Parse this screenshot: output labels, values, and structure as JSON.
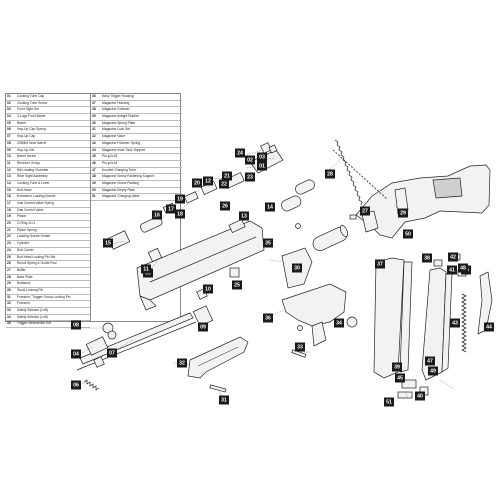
{
  "legend_left": [
    {
      "num": "01",
      "label": "Cocking Tube Cap"
    },
    {
      "num": "02",
      "label": "Cocking Tube Screw"
    },
    {
      "num": "03",
      "label": "Front Sight Set"
    },
    {
      "num": "04",
      "label": "3-Lugs Front Barrel"
    },
    {
      "num": "05",
      "label": "Barrel"
    },
    {
      "num": "06",
      "label": "Hop-Up Cap Spring"
    },
    {
      "num": "07",
      "label": "Hop-Up Cap"
    },
    {
      "num": "08",
      "label": "209MM Inner Barrel"
    },
    {
      "num": "09",
      "label": "Hop-Up Set"
    },
    {
      "num": "10",
      "label": "Barrel Screw"
    },
    {
      "num": "11",
      "label": "Receiver Group"
    },
    {
      "num": "12",
      "label": "Bill Loading Chamber"
    },
    {
      "num": "13",
      "label": "Rear Sight Assembly"
    },
    {
      "num": "14",
      "label": "Cocking Tube & Lever"
    },
    {
      "num": "15",
      "label": "Bolt Head"
    },
    {
      "num": "16",
      "label": "Enhanced Loading Nozzle"
    },
    {
      "num": "17",
      "label": "Gas Control Valve Spring"
    },
    {
      "num": "18",
      "label": "Gas Control Valve"
    },
    {
      "num": "19",
      "label": "Piston"
    },
    {
      "num": "20",
      "label": "O-Ring 11×1"
    },
    {
      "num": "21",
      "label": "Piston Spring"
    },
    {
      "num": "22",
      "label": "Loading Nozzle Holder"
    },
    {
      "num": "23",
      "label": "Cylinder"
    },
    {
      "num": "24",
      "label": "Bolt Carrier"
    },
    {
      "num": "25",
      "label": "Bolt Head Locking Pin Set"
    },
    {
      "num": "26",
      "label": "Recoil Spring & Guide Rod"
    },
    {
      "num": "27",
      "label": "Buffer"
    },
    {
      "num": "28",
      "label": "Back Plate"
    },
    {
      "num": "29",
      "label": "Buttstock"
    },
    {
      "num": "30",
      "label": "Stock Locking Pin"
    },
    {
      "num": "31",
      "label": "Forearm / Trigger Group Locking Pin"
    },
    {
      "num": "32",
      "label": "Forearm"
    },
    {
      "num": "33",
      "label": "Safety Selector (Left)"
    },
    {
      "num": "34",
      "label": "Safety Selector (Left)"
    },
    {
      "num": "35",
      "label": "Trigger Mechanism Set"
    }
  ],
  "legend_right": [
    {
      "num": "36",
      "label": "Navy Trigger Housing"
    },
    {
      "num": "37",
      "label": "Magazine Housing"
    },
    {
      "num": "38",
      "label": "Magazine Follower"
    },
    {
      "num": "39",
      "label": "Magazine Airtight Rubber"
    },
    {
      "num": "40",
      "label": "Magazine Spring Plate"
    },
    {
      "num": "41",
      "label": "Magazine Lock Set"
    },
    {
      "num": "42",
      "label": "Magazine Valve"
    },
    {
      "num": "43",
      "label": "Magazine Follower Spring"
    },
    {
      "num": "44",
      "label": "Magazine Inner Tank Support"
    },
    {
      "num": "45",
      "label": "Pin φ2×18"
    },
    {
      "num": "46",
      "label": "Pin φ2×24"
    },
    {
      "num": "47",
      "label": "Knurled Charging Tube"
    },
    {
      "num": "48",
      "label": "Magazine Screw Fastening Support"
    },
    {
      "num": "49",
      "label": "Magazine Screw Packing"
    },
    {
      "num": "50",
      "label": "Magazine Empty Plate"
    },
    {
      "num": "51",
      "label": "Magazine Charging Valve"
    }
  ],
  "callouts": {
    "c01": "01",
    "c02": "02",
    "c03": "03",
    "c04": "04",
    "c05": "05",
    "c06": "06",
    "c07": "07",
    "c08": "08",
    "c09": "09",
    "c10": "10",
    "c11": "11",
    "c12": "12",
    "c13": "13",
    "c14": "14",
    "c15": "15",
    "c16": "16",
    "c17": "17",
    "c18": "18",
    "c19": "19",
    "c20": "20",
    "c21": "21",
    "c22": "22",
    "c23": "23",
    "c24": "24",
    "c25": "25",
    "c26": "26",
    "c27": "27",
    "c28": "28",
    "c29": "29",
    "c30": "30",
    "c31": "31",
    "c32": "32",
    "c33": "33",
    "c34": "34",
    "c35": "35",
    "c36": "36",
    "c37": "37",
    "c38": "38",
    "c39": "39",
    "c40": "40",
    "c41": "41",
    "c42": "42",
    "c43": "43",
    "c44": "44",
    "c45": "45",
    "c46": "46",
    "c47": "47",
    "c48": "48",
    "c49": "49",
    "c50": "50",
    "c51": "51"
  },
  "colors": {
    "callout_fill": "#1a1a1a",
    "callout_text": "#ffffff",
    "line": "#222222",
    "part_fill": "#f2f2f2"
  }
}
